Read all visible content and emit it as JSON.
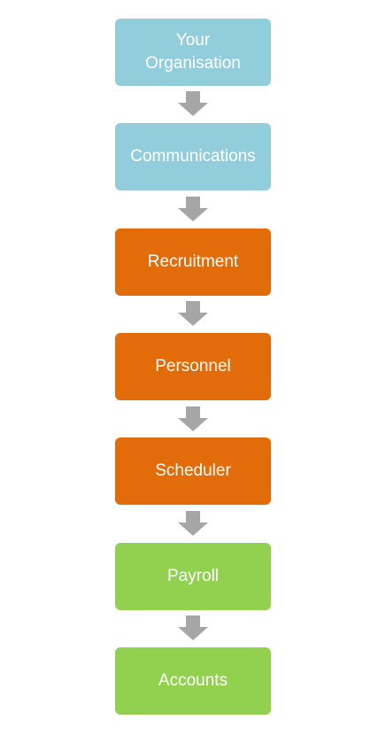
{
  "diagram": {
    "steps": [
      {
        "label": "Your\nOrganisation",
        "color": "#92CDDC"
      },
      {
        "label": "Communications",
        "color": "#92CDDC"
      },
      {
        "label": "Recruitment",
        "color": "#E36C0A"
      },
      {
        "label": "Personnel",
        "color": "#E36C0A"
      },
      {
        "label": "Scheduler",
        "color": "#E36C0A"
      },
      {
        "label": "Payroll",
        "color": "#92D050"
      },
      {
        "label": "Accounts",
        "color": "#92D050"
      }
    ],
    "arrow_color": "#A6A6A6"
  }
}
